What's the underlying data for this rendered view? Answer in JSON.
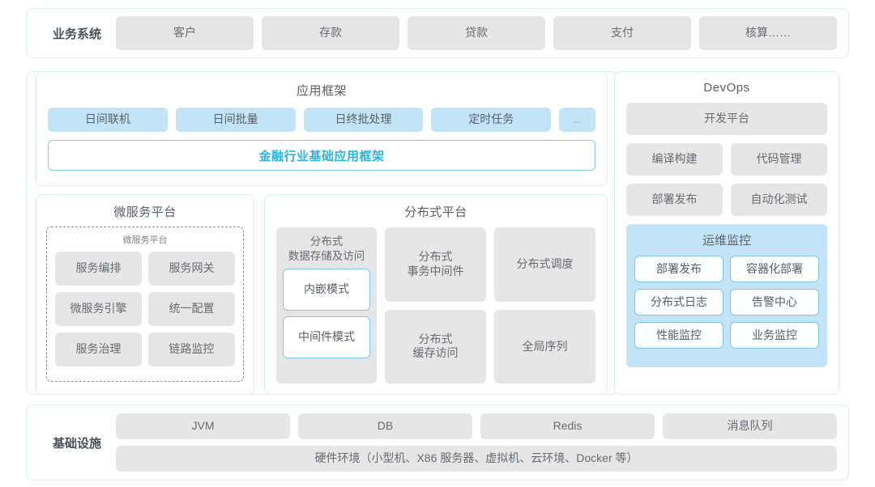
{
  "business_row": {
    "label": "业务系统",
    "items": [
      "客户",
      "存款",
      "贷款",
      "支付",
      "核算……"
    ]
  },
  "app_framework": {
    "title": "应用框架",
    "pills": [
      "日间联机",
      "日间批量",
      "日终批处理",
      "定时任务",
      "..."
    ],
    "banner": "金融行业基础应用框架",
    "banner_color": "#2ab4e0"
  },
  "microservice_platform": {
    "title": "微服务平台",
    "inner_title": "微服务平台",
    "items": [
      "服务编排",
      "服务网关",
      "微服务引擎",
      "统一配置",
      "服务治理",
      "链路监控"
    ]
  },
  "distributed_platform": {
    "title": "分布式平台",
    "left_column": {
      "header": "分布式\n数据存储及访问",
      "header_line1": "分布式",
      "header_line2": "数据存储及访问",
      "modes": [
        "内嵌模式",
        "中间件模式"
      ]
    },
    "cells": [
      {
        "line1": "分布式",
        "line2": "事务中间件"
      },
      {
        "line1": "分布式调度",
        "line2": ""
      },
      {
        "line1": "分布式",
        "line2": "缓存访问"
      },
      {
        "line1": "全局序列",
        "line2": ""
      }
    ]
  },
  "devops": {
    "title": "DevOps",
    "platform": "开发平台",
    "duo": [
      "编译构建",
      "代码管理",
      "部署发布",
      "自动化测试"
    ],
    "ops_monitor": {
      "title": "运维监控",
      "items": [
        "部署发布",
        "容器化部署",
        "分布式日志",
        "告警中心",
        "性能监控",
        "业务监控"
      ]
    }
  },
  "infrastructure": {
    "label": "基础设施",
    "items": [
      "JVM",
      "DB",
      "Redis",
      "消息队列"
    ],
    "hardware": "硬件环境（小型机、X86 服务器、虚拟机、云环境、Docker 等）"
  },
  "colors": {
    "card_border": "#dceef2",
    "gray_fill": "#e6e6e6",
    "blue_fill": "#c3e4f7",
    "accent": "#2ab4e0",
    "text": "#5a6068"
  }
}
